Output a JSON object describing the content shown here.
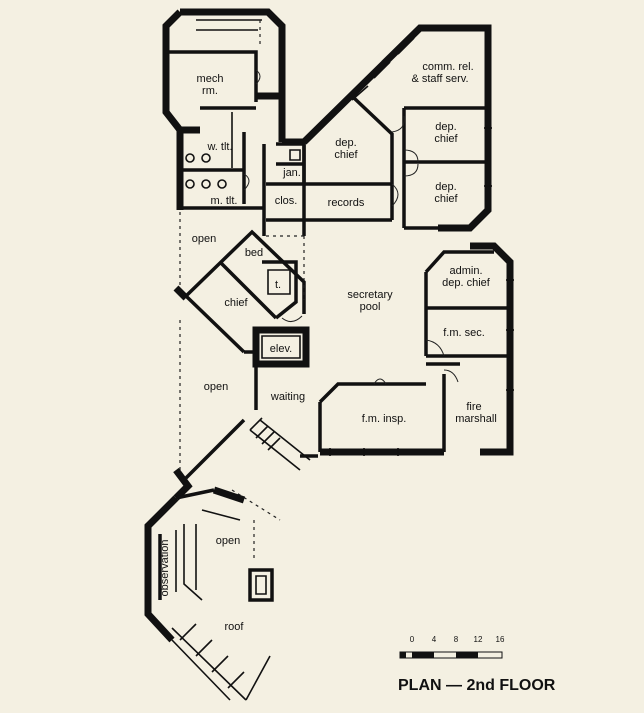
{
  "rooms": {
    "mech_rm": [
      "mech",
      "rm."
    ],
    "w_tlt": "w. tlt.",
    "m_tlt": "m. tlt.",
    "jan": "jan.",
    "clos": "clos.",
    "records": "records",
    "comm_rel": [
      "comm. rel.",
      "& staff serv."
    ],
    "dep_chief_1": [
      "dep.",
      "chief"
    ],
    "dep_chief_2": [
      "dep.",
      "chief"
    ],
    "dep_chief_3": [
      "dep.",
      "chief"
    ],
    "open_1": "open",
    "bed": "bed",
    "t": "t.",
    "chief": "chief",
    "elev": "elev.",
    "secretary_pool": [
      "secretary",
      "pool"
    ],
    "admin_dep_chief": [
      "admin.",
      "dep. chief"
    ],
    "fm_sec": "f.m. sec.",
    "open_2": "open",
    "waiting": "waiting",
    "fm_insp": "f.m. insp.",
    "fire_marshall": [
      "fire",
      "marshall"
    ],
    "observation": "observation",
    "open_3": "open",
    "roof": "roof"
  },
  "scale": {
    "ticks": [
      "0",
      "4",
      "8",
      "12",
      "16"
    ]
  },
  "title": "PLAN — 2nd FLOOR"
}
